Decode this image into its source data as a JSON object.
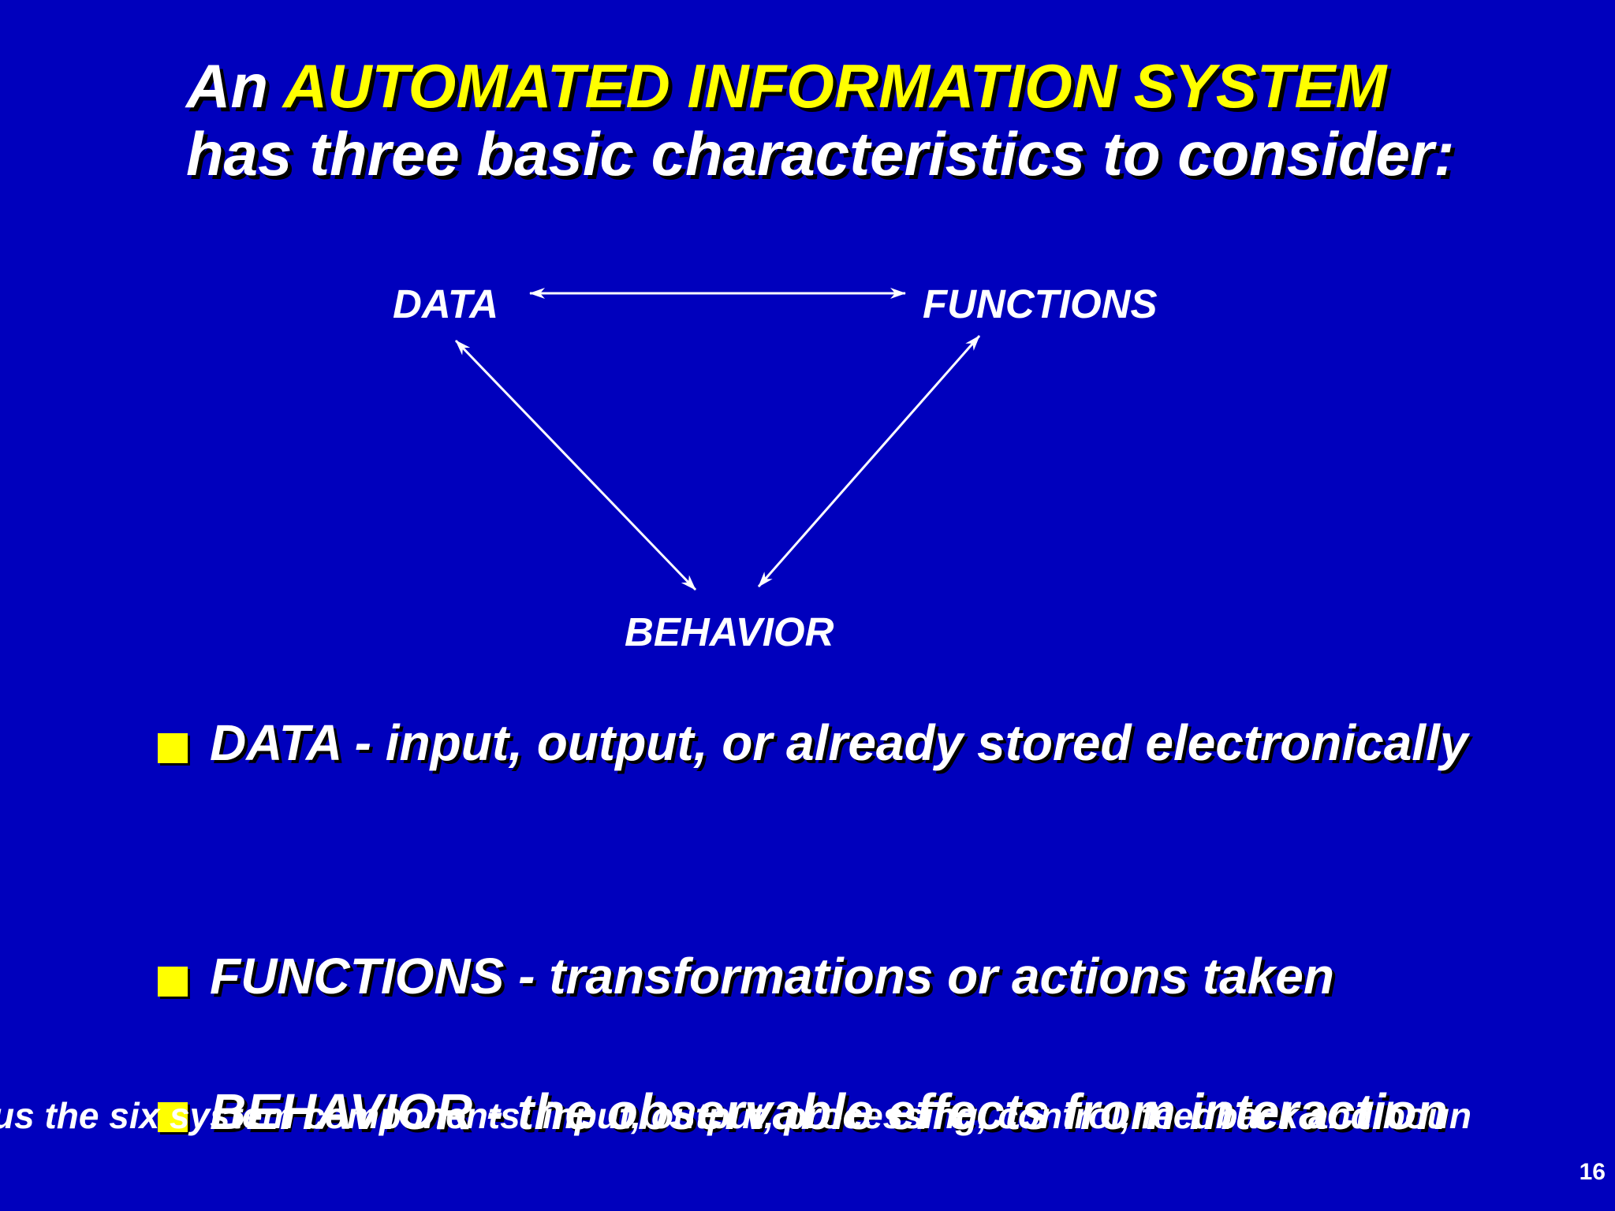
{
  "title": {
    "prefix": "An ",
    "highlight": "AUTOMATED INFORMATION SYSTEM",
    "rest": "has three basic characteristics to consider:"
  },
  "diagram": {
    "nodes": {
      "data": "DATA",
      "functions": "FUNCTIONS",
      "behavior": "BEHAVIOR"
    }
  },
  "bullets": [
    {
      "text": "DATA - input, output, or already stored electronically"
    },
    {
      "text": "FUNCTIONS - transformations or actions taken"
    },
    {
      "text": "BEHAVIOR - the observable effects from interaction"
    }
  ],
  "footnote": "us the six system components: input, output, processing, control, feedback and boun",
  "page_number": "16",
  "colors": {
    "background": "#0000BD",
    "text": "#FFFFFF",
    "accent": "#FFFF00"
  }
}
